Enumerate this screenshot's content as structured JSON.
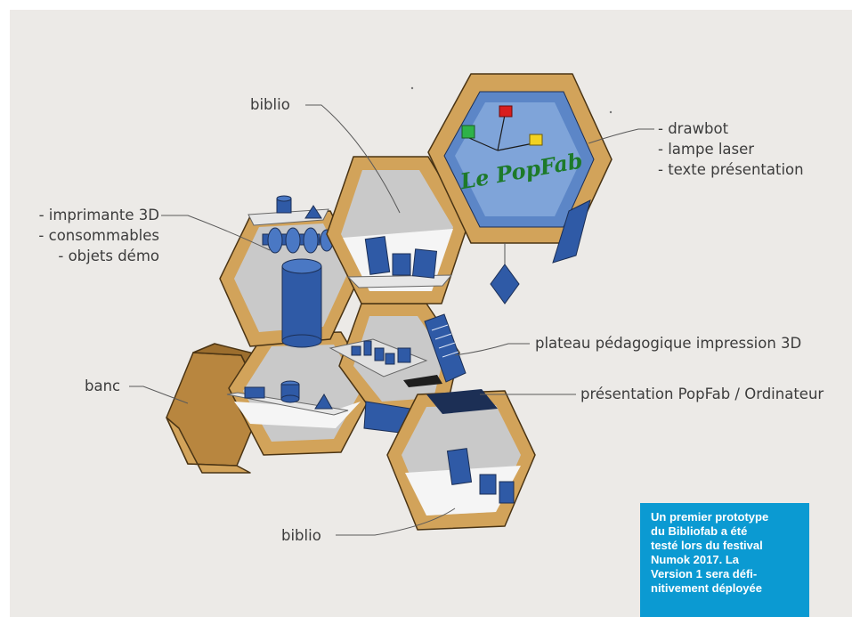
{
  "labels": {
    "biblio_top": "biblio",
    "drawbot_list": [
      "- drawbot",
      "- lampe laser",
      "- texte présentation"
    ],
    "printer_list": [
      "- imprimante 3D",
      "- consommables",
      "- objets démo"
    ],
    "plateau": "plateau pédagogique impression 3D",
    "presentation": "présentation PopFab / Ordinateur",
    "banc": "banc",
    "biblio_bottom": "biblio",
    "sign_text": "Le PopFab"
  },
  "callout": {
    "text": "Un premier prototype\ndu Bibliofab a été\ntesté lors du festival\nNumok 2017. La\nVersion 1 sera défi-\nnitivement déployée"
  },
  "colors": {
    "background": "#eceae7",
    "cork": "#d2a35a",
    "object_blue": "#2f5aa6",
    "callout": "#0b9ad2"
  }
}
